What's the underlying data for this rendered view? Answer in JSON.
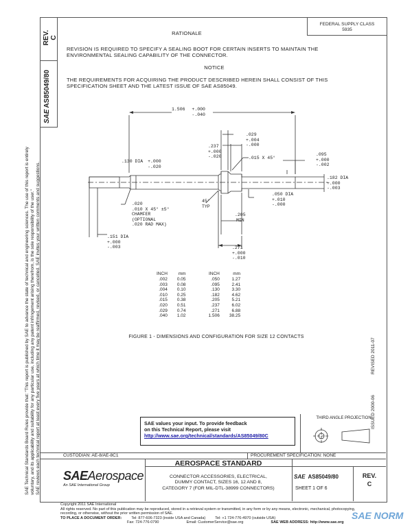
{
  "header": {
    "rev_label": "REV.",
    "rev_value": "C",
    "doc_number": "AS85049/80",
    "sae_mark": "SAE",
    "fed_class_line1": "FEDERAL SUPPLY CLASS",
    "fed_class_line2": "5935"
  },
  "rationale": {
    "title": "RATIONALE",
    "text": "REVISION IS REQUIRED TO SPECIFY A SEALING BOOT FOR CERTAIN INSERTS TO MAINTAIN THE ENVIRONMENTAL SEALING CAPABILITY OF THE CONNECTOR."
  },
  "notice": {
    "title": "NOTICE",
    "text": "THE REQUIREMENTS FOR ACQUIRING THE PRODUCT DESCRIBED HEREIN SHALL CONSIST OF THIS SPECIFICATION SHEET AND THE LATEST ISSUE OF SAE AS85049."
  },
  "drawing": {
    "dim_overall": "1.506",
    "dim_overall_tol": [
      "+.000",
      "-.040"
    ],
    "dim_029": ".029",
    "dim_029_tol": [
      "+.004",
      "-.000"
    ],
    "dim_237": ".237",
    "dim_237_tol": [
      "+.000",
      "-.020"
    ],
    "dim_015": ".015 X 45°",
    "dim_095": ".095",
    "dim_095_tol": [
      "+.000",
      "-.002"
    ],
    "dim_130": ".130 DIA",
    "dim_130_tol": [
      "+.000",
      "-.020"
    ],
    "dim_182": ".182 DIA",
    "dim_182_tol": [
      "+.000",
      "-.003"
    ],
    "dim_050": ".050 DIA",
    "dim_050_tol": [
      "+.010",
      "-.000"
    ],
    "chamfer_lines": [
      ".020",
      ".010 X 45° ±5°",
      "CHAMFER",
      "(OPTIONAL",
      ".020 RAD MAX)"
    ],
    "dim_45_typ": [
      "45°",
      "TYP"
    ],
    "dim_205": ".205",
    "dim_205_note": "MIN",
    "dim_151": ".151 DIA",
    "dim_151_tol": [
      "+.000",
      "-.003"
    ],
    "dim_271": ".271",
    "dim_271_tol": [
      "+.000",
      "-.010"
    ]
  },
  "conversion_table": {
    "headers": [
      "INCH",
      "mm",
      "INCH",
      "mm"
    ],
    "rows": [
      [
        ".002",
        "0.05",
        ".050",
        "1.27"
      ],
      [
        ".003",
        "0.08",
        ".095",
        "2.41"
      ],
      [
        ".004",
        "0.10",
        ".130",
        "3.30"
      ],
      [
        ".010",
        "0.25",
        ".182",
        "4.62"
      ],
      [
        ".015",
        "0.38",
        ".205",
        "5.21"
      ],
      [
        ".020",
        "0.51",
        ".237",
        "6.02"
      ],
      [
        ".029",
        "0.74",
        ".271",
        "6.88"
      ],
      [
        ".040",
        "1.02",
        "1.506",
        "38.25"
      ]
    ]
  },
  "figure_caption": "FIGURE 1 - DIMENSIONS AND CONFIGURATION FOR SIZE 12 CONTACTS",
  "right_margin": {
    "revised": "REVISED 2011-07",
    "issued": "ISSUED 2000-06"
  },
  "feedback": {
    "line1": "SAE values your input. To provide feedback",
    "line2": "on this Technical Report, please visit",
    "link": "http://www.sae.org/technical/standards/AS85049/80C"
  },
  "third_angle": "THIRD ANGLE PROJECTION",
  "custodian": "CUSTODIAN: AE-8/AE-8C1",
  "procurement": "PROCUREMENT SPECIFICATION: NONE",
  "title_block": {
    "logo_sae": "SAE",
    "logo_aero": "Aerospace",
    "logo_sub": "An SAE International Group",
    "std_title": "AEROSPACE STANDARD",
    "desc": [
      "CONNECTOR ACCESSORIES, ELECTRICAL,",
      "DUMMY CONTACT, SIZES 16, 12 AND 8,",
      "CATEGORY 7 (FOR MIL-DTL-38999 CONNECTORS)"
    ],
    "doc_number": "AS85049/80",
    "sheet": "SHEET 1 OF 6",
    "rev_label": "REV.",
    "rev_value": "C"
  },
  "left_margin": {
    "line1": "SAE Technical Standards Board Rules provide that: \"This report is published by SAE to advance the state of technical and engineering sciences. The use of this report is entirely",
    "line2": "voluntary, and its applicability and suitability for any particular use, including any patent infringement arising therefrom, is the sole responsibility of the user.\"",
    "line3": "SAE reviews each technical report at least every five years at which time it may be reaffirmed, revised, or cancelled. SAE invites your written comments and suggestions."
  },
  "footer": {
    "copyright": "Copyright 2011 SAE International",
    "rights": "All rights reserved. No part of this publication may be reproduced, stored in a retrieval system or transmitted, in any form or by any means, electronic, mechanical, photocopying,",
    "rights2": "recording, or otherwise, without the prior written permission of SAE.",
    "order_label": "TO PLACE A DOCUMENT ORDER:",
    "tel": "Tel: 877-606-7323 (inside USA and Canada)",
    "tel2": "Tel: +1 724-776-4970 (outside USA)",
    "fax": "Fax: 724-776-0790",
    "email": "Email: CustomerService@sae.org",
    "web": "SAE WEB ADDRESS: http://www.sae.org",
    "watermark": "SAE NORM"
  }
}
